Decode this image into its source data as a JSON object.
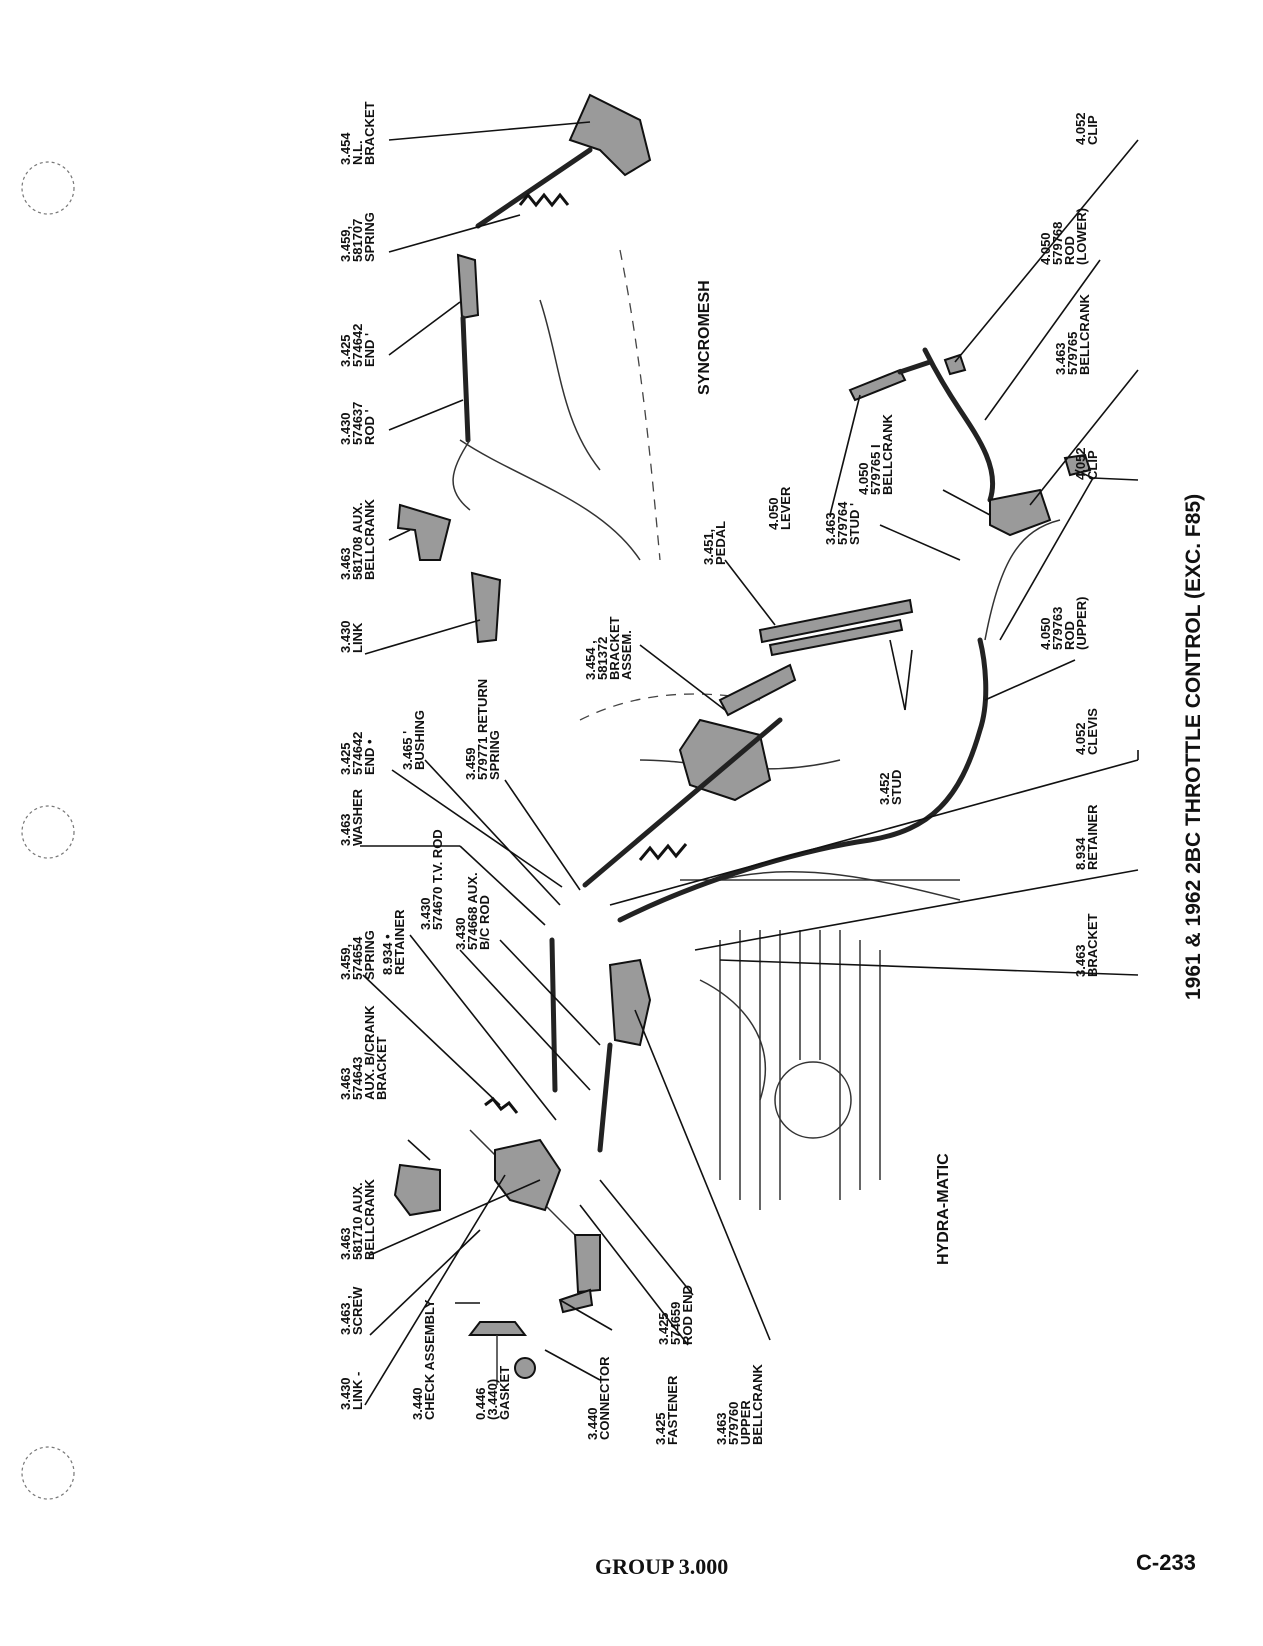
{
  "title": "1961 & 1962 2BC THROTTLE CONTROL (EXC. F85)",
  "sections": {
    "syncromesh": "SYNCROMESH",
    "hydramatic": "HYDRA-MATIC"
  },
  "labels": [
    {
      "id": "nl-bracket",
      "lines": [
        "3.454",
        "N.L.",
        "BRACKET"
      ]
    },
    {
      "id": "spring-581707",
      "lines": [
        "3.459,",
        "581707",
        "SPRING"
      ]
    },
    {
      "id": "end-574642-top",
      "lines": [
        "3.425",
        "574642",
        "END '"
      ]
    },
    {
      "id": "rod-574637",
      "lines": [
        "3.430",
        "574637",
        "ROD '"
      ]
    },
    {
      "id": "aux-bellcrank-581708",
      "lines": [
        "3.463",
        "581708 AUX.",
        "BELLCRANK"
      ]
    },
    {
      "id": "link-top",
      "lines": [
        "3.430",
        "LINK"
      ]
    },
    {
      "id": "end-574642-mid",
      "lines": [
        "3.425",
        "574642",
        "END •"
      ]
    },
    {
      "id": "bushing",
      "lines": [
        "3.465 '",
        "BUSHING"
      ]
    },
    {
      "id": "return-spring",
      "lines": [
        "3.459",
        "579771 RETURN",
        "SPRING"
      ]
    },
    {
      "id": "washer",
      "lines": [
        "3.463",
        "WASHER"
      ]
    },
    {
      "id": "spring-574654",
      "lines": [
        "3.459,",
        "574654",
        "SPRING"
      ]
    },
    {
      "id": "retainer-left",
      "lines": [
        "8.934 •",
        "RETAINER"
      ]
    },
    {
      "id": "tv-rod",
      "lines": [
        "3.430",
        "574670 T.V. ROD"
      ]
    },
    {
      "id": "aux-bc-rod",
      "lines": [
        "3.430",
        "574668 AUX.",
        "B/C ROD"
      ]
    },
    {
      "id": "aux-bcrank-bracket",
      "lines": [
        "3.463",
        "574643",
        "AUX. B/CRANK",
        "BRACKET"
      ]
    },
    {
      "id": "aux-bellcrank-581710",
      "lines": [
        "3.463",
        "581710 AUX.",
        "BELLCRANK"
      ]
    },
    {
      "id": "screw",
      "lines": [
        "3.463 ,",
        "SCREW"
      ]
    },
    {
      "id": "link-bottom",
      "lines": [
        "3.430",
        "LINK -"
      ]
    },
    {
      "id": "check-assembly",
      "lines": [
        "3.440",
        "CHECK ASSEMBLY"
      ]
    },
    {
      "id": "gasket",
      "lines": [
        "0.446",
        "(3.440)",
        "GASKET"
      ]
    },
    {
      "id": "connector",
      "lines": [
        "3.440",
        "CONNECTOR"
      ]
    },
    {
      "id": "fastener",
      "lines": [
        "3.425",
        "FASTENER"
      ]
    },
    {
      "id": "rod-end",
      "lines": [
        "3.425",
        "574659",
        "ROD END"
      ]
    },
    {
      "id": "upper-bellcrank",
      "lines": [
        "3.463",
        "579760",
        "UPPER",
        "BELLCRANK"
      ]
    },
    {
      "id": "bracket-assem",
      "lines": [
        "3.454 ,",
        "581372",
        "BRACKET",
        "ASSEM."
      ]
    },
    {
      "id": "pedal",
      "lines": [
        "3.451,",
        "PEDAL"
      ]
    },
    {
      "id": "stud-3452",
      "lines": [
        "3.452",
        "STUD"
      ]
    },
    {
      "id": "clevis",
      "lines": [
        "4.052",
        "CLEVIS"
      ]
    },
    {
      "id": "retainer-right",
      "lines": [
        "8.934",
        "RETAINER"
      ]
    },
    {
      "id": "bracket-right",
      "lines": [
        "3.463",
        "BRACKET"
      ]
    },
    {
      "id": "lever",
      "lines": [
        "4.050",
        "LEVER"
      ]
    },
    {
      "id": "stud-579764",
      "lines": [
        "3.463",
        "579764",
        "STUD '"
      ]
    },
    {
      "id": "bellcrank-579765-left",
      "lines": [
        "4.050",
        "579765 I",
        "BELLCRANK"
      ]
    },
    {
      "id": "rod-upper",
      "lines": [
        "4.050",
        "579763",
        "ROD",
        "(UPPER)"
      ]
    },
    {
      "id": "clip-mid",
      "lines": [
        "4.052",
        "CLIP"
      ]
    },
    {
      "id": "bellcrank-579765-right",
      "lines": [
        "3.463",
        "579765",
        "BELLCRANK"
      ]
    },
    {
      "id": "rod-lower",
      "lines": [
        "4.050",
        "579768",
        "ROD",
        "(LOWER)"
      ]
    },
    {
      "id": "clip-top",
      "lines": [
        "4.052",
        "CLIP"
      ]
    }
  ],
  "footer": {
    "group": "GROUP 3.000",
    "page": "C-233"
  }
}
